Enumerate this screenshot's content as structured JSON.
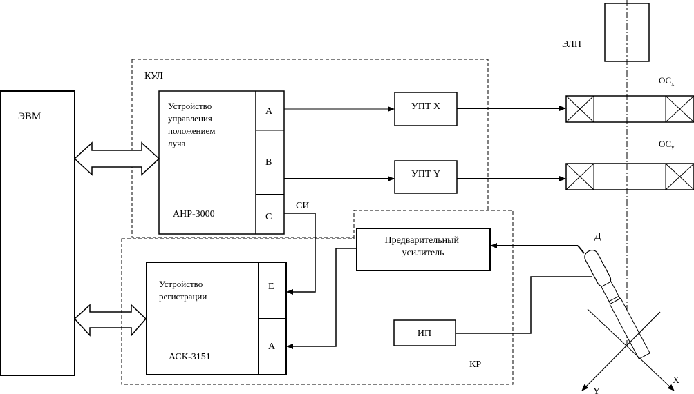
{
  "blocks": {
    "computer": {
      "label": "ЭВМ"
    },
    "kul_group": {
      "label": "КУЛ"
    },
    "beam_controller": {
      "title_lines": [
        "Устройство",
        "управления",
        "положением",
        "луча"
      ],
      "model": "АНР-3000",
      "ports": [
        "A",
        "B",
        "C"
      ]
    },
    "amp_x": {
      "label": "УПТ X"
    },
    "amp_y": {
      "label": "УПТ Y"
    },
    "elp": {
      "label": "ЭЛП"
    },
    "coil_x": {
      "label": "ОС",
      "subscript": "x"
    },
    "coil_y": {
      "label": "ОС",
      "subscript": "y"
    },
    "sync_signal": {
      "label": "СИ"
    },
    "kr_group": {
      "label": "КР"
    },
    "preamp": {
      "title_lines": [
        "Предварительный",
        "усилитель"
      ]
    },
    "recorder": {
      "title_lines": [
        "Устройство",
        "регистрации"
      ],
      "model": "АСК-3151",
      "ports": [
        "E",
        "A"
      ]
    },
    "power_supply": {
      "label": "ИП"
    },
    "detector": {
      "label": "Д"
    },
    "axes": {
      "x": "X",
      "y": "Y"
    }
  }
}
